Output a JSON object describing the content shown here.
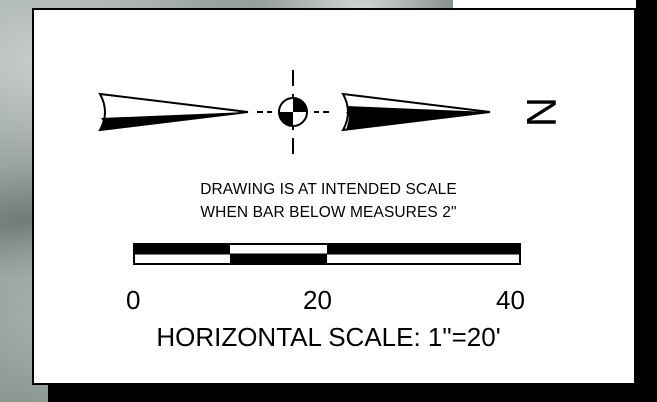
{
  "north_arrow": {
    "label": "N"
  },
  "caption": {
    "line1": "DRAWING IS AT INTENDED SCALE",
    "line2": "WHEN BAR BELOW MEASURES 2\""
  },
  "scale_bar": {
    "ticks": [
      "0",
      "20",
      "40"
    ],
    "title": "HORIZONTAL SCALE: 1\"=20'"
  },
  "colors": {
    "panel": "#ffffff",
    "ink": "#000000",
    "shadow": "#000000"
  }
}
